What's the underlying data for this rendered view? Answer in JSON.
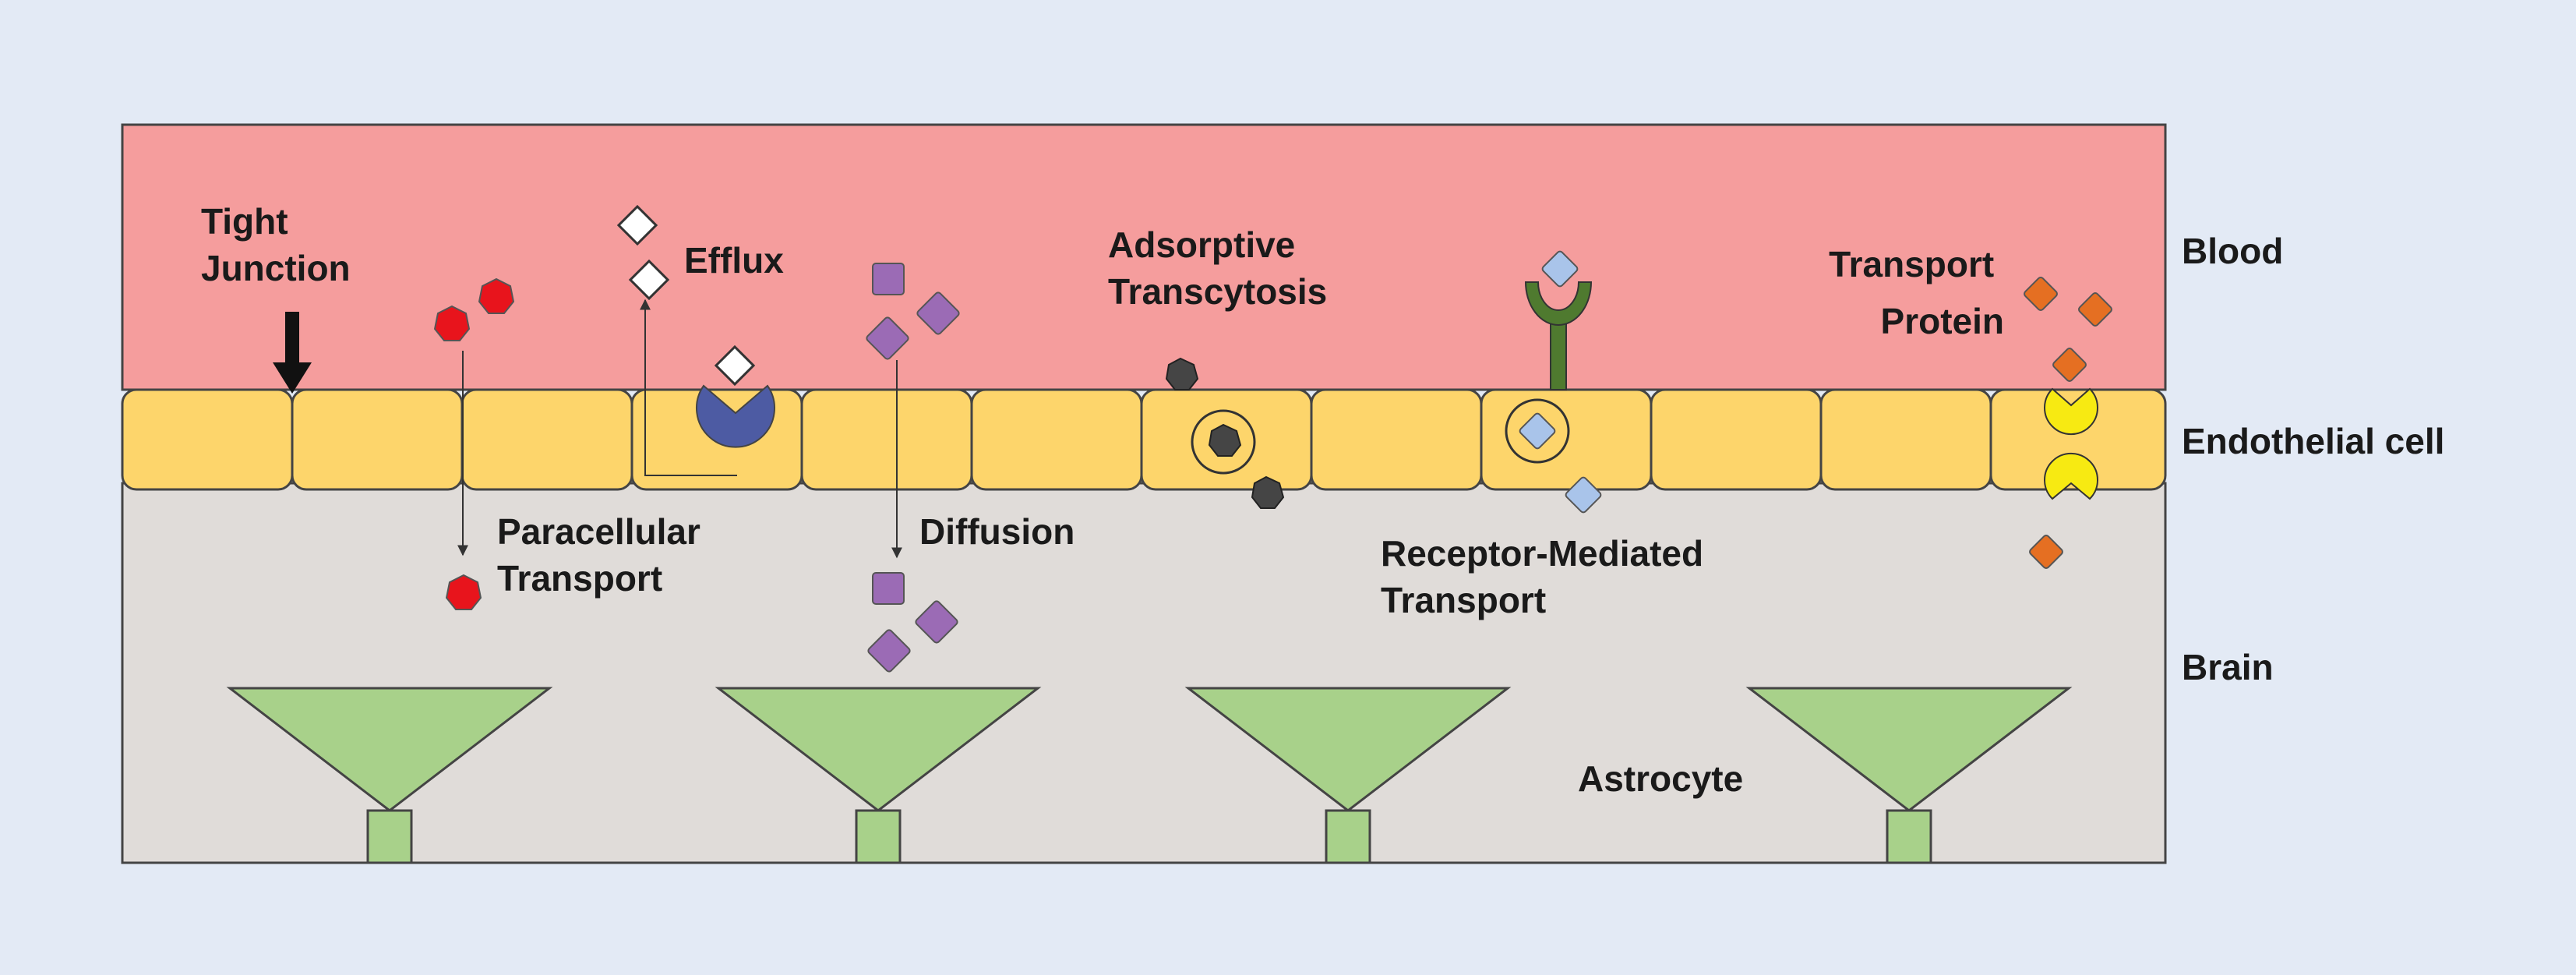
{
  "regions": {
    "blood": "Blood",
    "endothelial": "Endothelial cell",
    "brain": "Brain"
  },
  "labels": {
    "tight_junction": [
      "Tight",
      "Junction"
    ],
    "efflux": "Efflux",
    "paracellular": [
      "Paracellular",
      "Transport"
    ],
    "diffusion": "Diffusion",
    "adsorptive": [
      "Adsorptive",
      "Transcytosis"
    ],
    "receptor": [
      "Receptor-Mediated",
      "Transport"
    ],
    "transport_protein": [
      "Transport",
      "Protein"
    ],
    "astrocyte": "Astrocyte"
  },
  "colors": {
    "background": "#e3eaf5",
    "blood": "#f59d9d",
    "endothelial": "#fdd56b",
    "brain": "#e0dcd9",
    "astrocyte": "#a8d18a",
    "paracellular_molecule": "#e8141c",
    "diffusion_molecule": "#9b6bb5",
    "efflux_molecule": "#ffffff",
    "efflux_pump": "#4d5ba3",
    "adsorptive_molecule": "#454545",
    "receptor": "#4f7a2f",
    "receptor_ligand": "#a9c4ea",
    "transport_protein_molecule": "#e56f22",
    "transporter": "#f7ea12"
  }
}
